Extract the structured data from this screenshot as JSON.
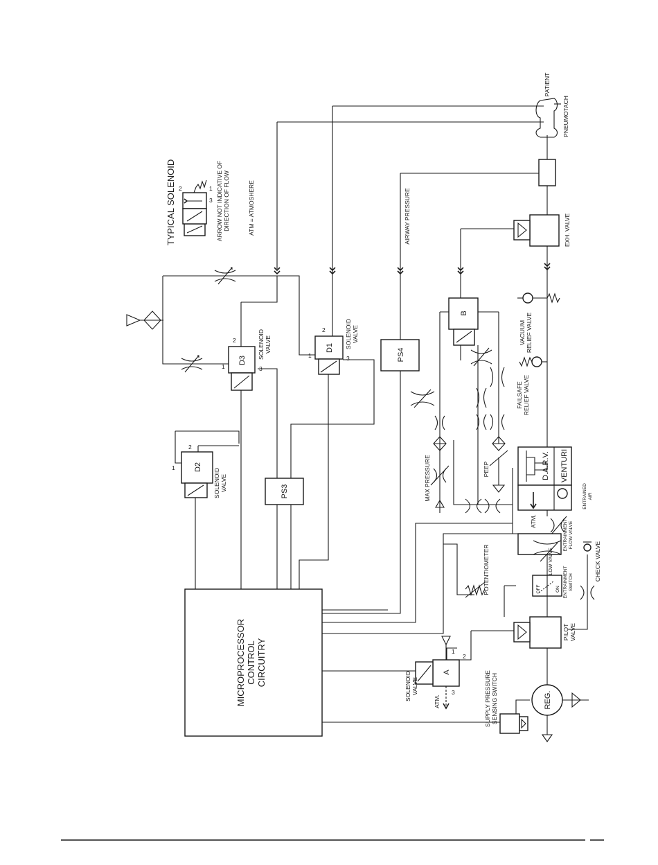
{
  "legend": {
    "title": "TYPICAL SOLENOID",
    "note_line1": "ARROW NOT INDICATIVE OF",
    "note_line2": "DIRECTION OF FLOW",
    "atm_note": "ATM = ATMOSHERE",
    "port1": "1",
    "port2": "2",
    "port3": "3"
  },
  "components": {
    "microprocessor_l1": "MICROPROCESSOR",
    "microprocessor_l2": "CONTROL",
    "microprocessor_l3": "CIRCUITRY",
    "d1": "D1",
    "d2": "D2",
    "d3": "D3",
    "ps3": "PS3",
    "ps4": "PS4",
    "b": "B",
    "a": "A",
    "reg": "REG.",
    "darv": "D.A.R.V.",
    "venturi": "VENTURI",
    "atm": "ATM.",
    "flow_valve": "FLOW VALVE",
    "switch_off": "OFF",
    "switch_on": "ON"
  },
  "labels": {
    "patient": "PATIENT",
    "pneumotach": "PNEUMOTACH",
    "exh_valve": "EXH. VALVE",
    "airway_pressure": "AIRWAY PRESSURE",
    "solenoid": "SOLENOID",
    "valve": "VALVE",
    "vacuum_l1": "VACUUM",
    "vacuum_l2": "RELIEF VALVE",
    "failsafe_l1": "FAILSAFE",
    "failsafe_l2": "RELIEF VALVE",
    "max_pressure": "MAX PRESSURE",
    "peep": "PEEP",
    "entrained_l1": "ENTRAINED",
    "entrained_l2": "AIR",
    "entrainment_flow_l1": "ENTRAINMENT",
    "entrainment_flow_l2": "FLOW VALVE",
    "entrainment_switch_l1": "ENTRAINMENT",
    "entrainment_switch_l2": "SWITCH",
    "check_valve": "CHECK VALVE",
    "potentiometer": "POTENTIOMETER",
    "pilot_l1": "PILOT",
    "pilot_l2": "VALVE",
    "supply_l1": "SUPPLY PRESSURE",
    "supply_l2": "SENSING SWITCH",
    "atm": "ATM.",
    "n1": "1",
    "n2": "2",
    "n3": "3"
  }
}
